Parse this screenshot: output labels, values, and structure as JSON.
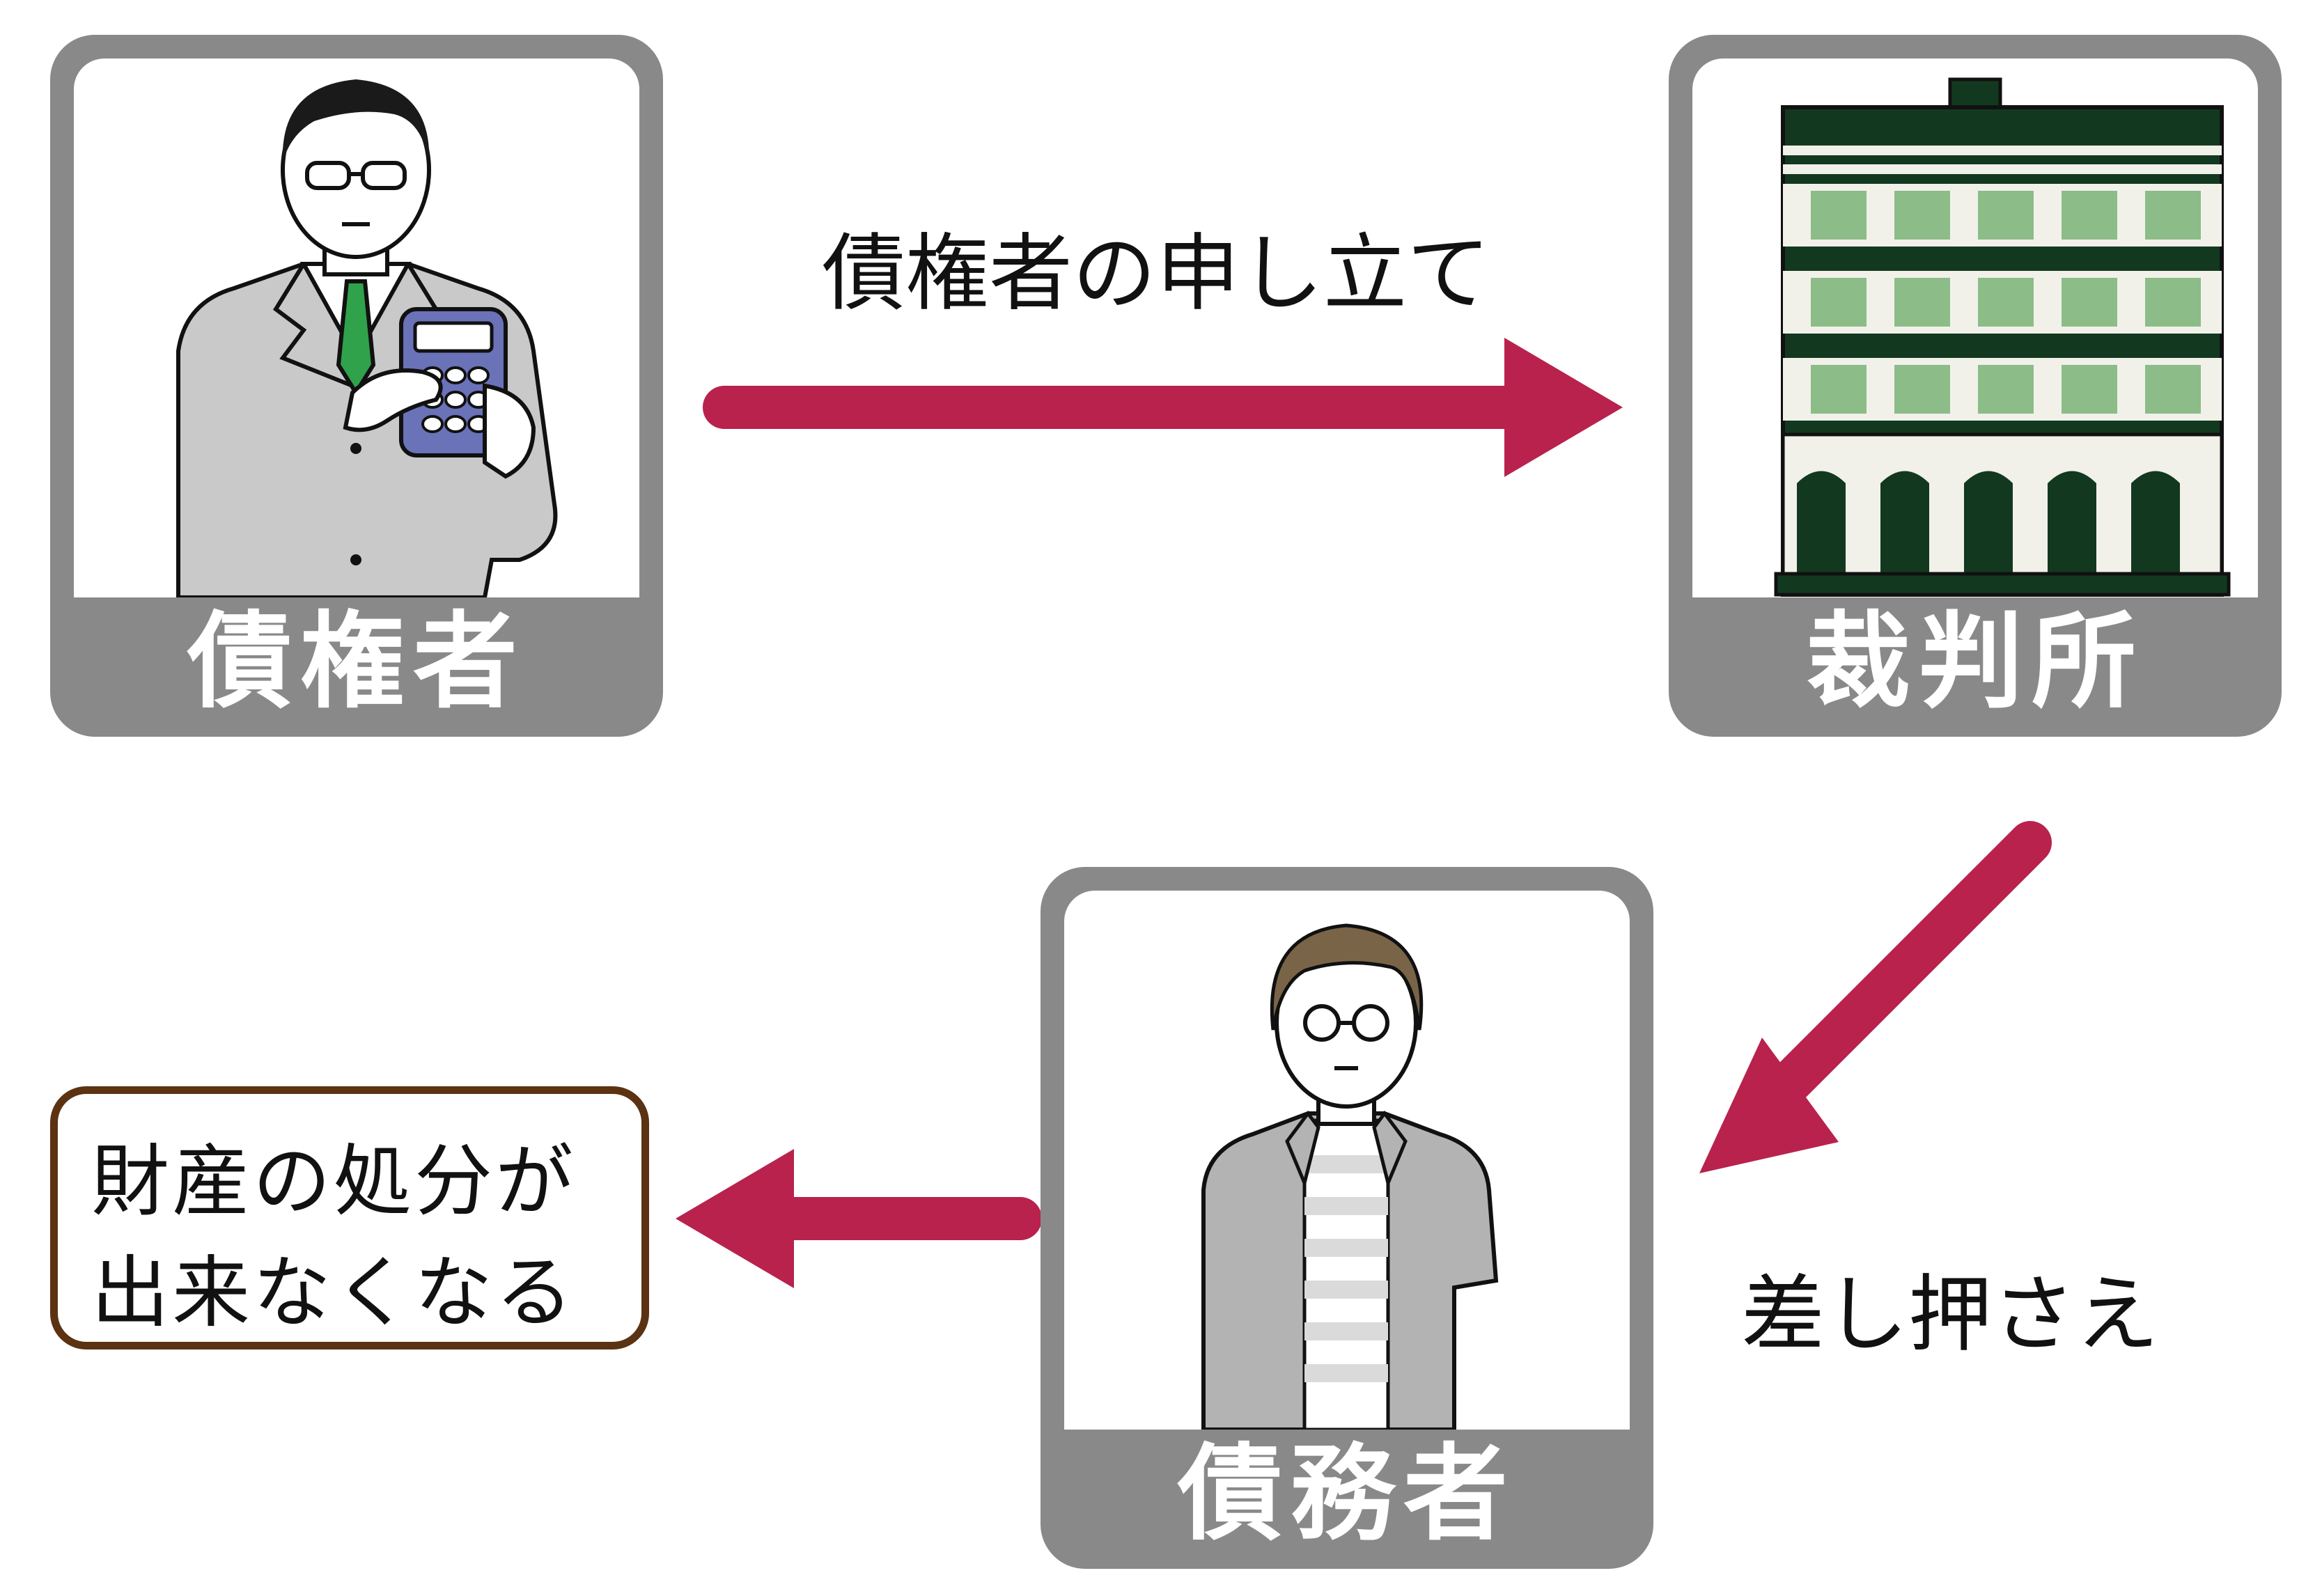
{
  "nodes": {
    "creditor": {
      "label": "債権者",
      "icon": "businessman-with-calculator-icon"
    },
    "court": {
      "label": "裁判所",
      "icon": "court-building-icon"
    },
    "debtor": {
      "label": "債務者",
      "icon": "man-with-glasses-icon"
    }
  },
  "edges": {
    "petition": {
      "label": "債権者の申し立て"
    },
    "seizure": {
      "label": "差し押さえ"
    }
  },
  "result": {
    "line1": "財産の処分が",
    "line2": "出来なくなる"
  },
  "colors": {
    "arrow": "#b8224d",
    "card": "#898989",
    "result_border": "#5b3212",
    "building_dark": "#12391f",
    "building_window": "#8cbc88",
    "tie": "#2fa24b",
    "calculator": "#6a72b8"
  }
}
